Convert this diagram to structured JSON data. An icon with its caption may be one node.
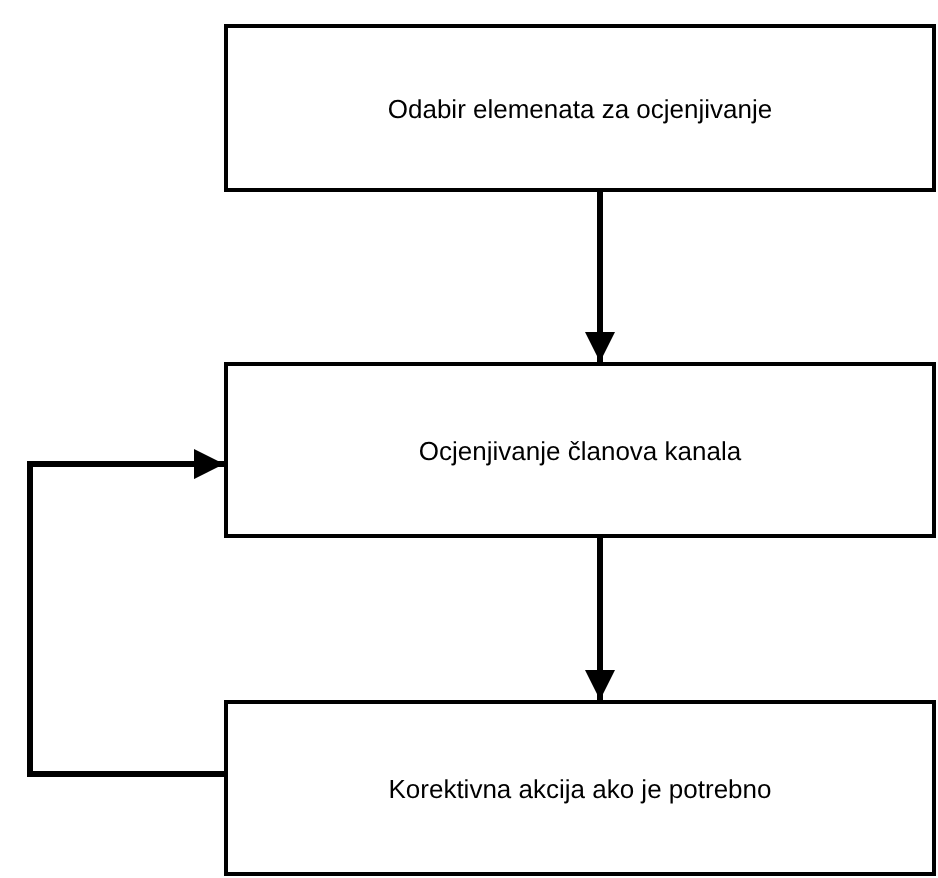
{
  "diagram": {
    "nodes": [
      {
        "text": [
          "Odabir elemenata za ocjenjivanje"
        ]
      },
      {
        "text": [
          "Ocjenjivanje članova kanala"
        ]
      },
      {
        "text": [
          "Korektivna akcija ako je potrebno"
        ]
      }
    ],
    "edges": [
      {
        "from": 0,
        "to": 1,
        "arrow": "to"
      },
      {
        "from": 1,
        "to": 2,
        "arrow": "to"
      },
      {
        "from": 2,
        "to": 1,
        "arrow": "to"
      }
    ]
  }
}
